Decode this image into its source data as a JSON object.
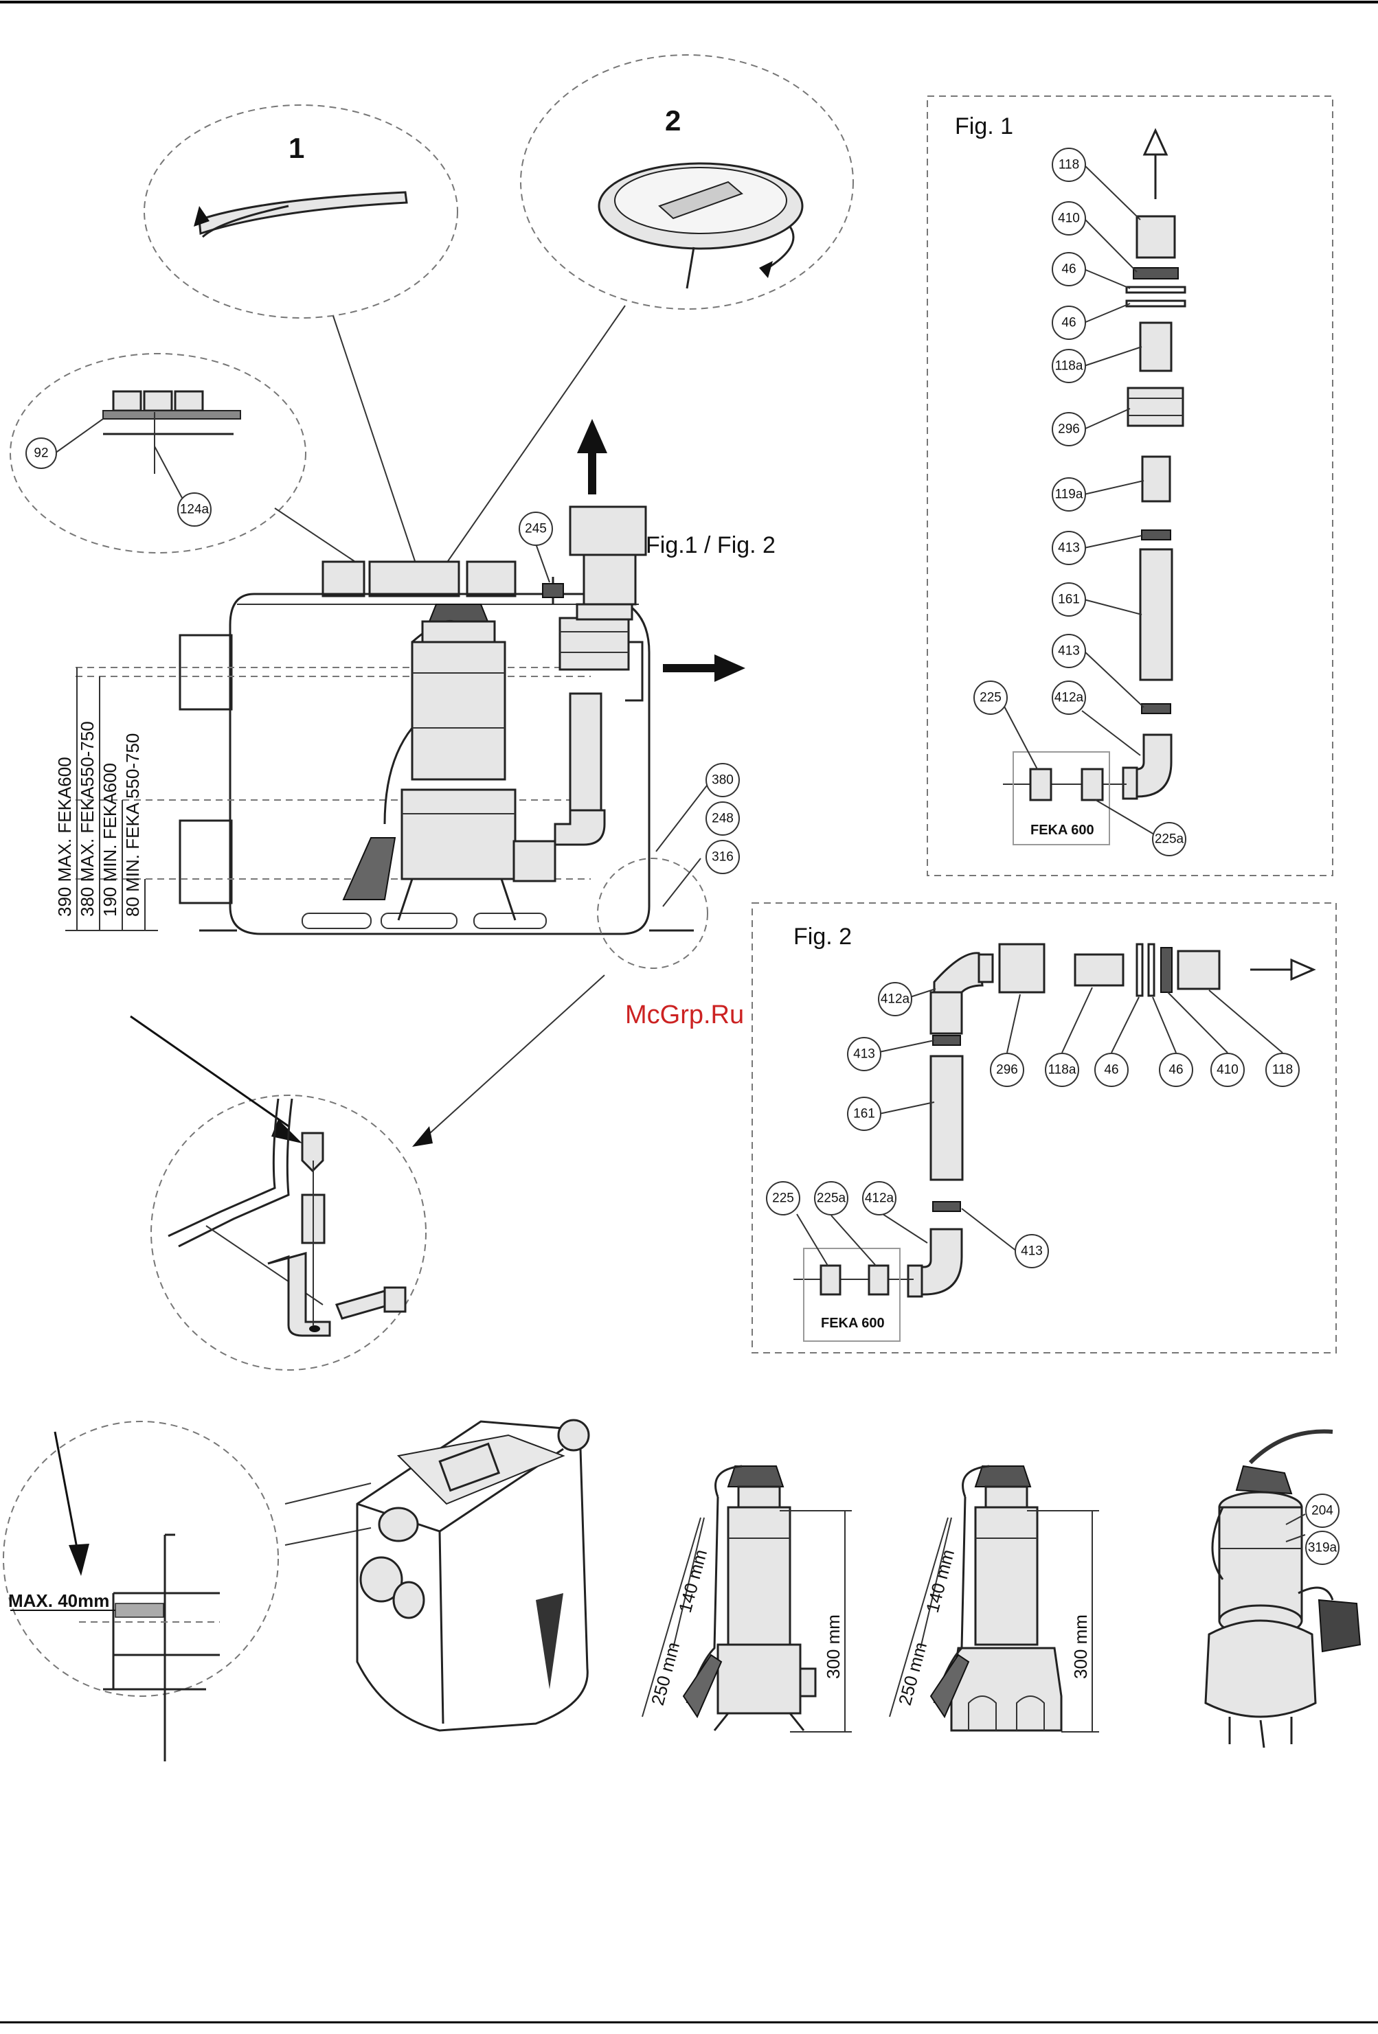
{
  "header_rule": true,
  "watermark": "McGrp.Ru",
  "main": {
    "detail_1_label": "1",
    "detail_2_label": "2",
    "fig_ref_label": "Fig.1 / Fig. 2",
    "bubbles": {
      "b92": "92",
      "b124a": "124a",
      "b245": "245",
      "b380": "380",
      "b248": "248",
      "b316": "316"
    },
    "levels": [
      "390 MAX. FEKA600",
      "380 MAX. FEKA550-750",
      "190 MIN. FEKA600",
      "80   MIN. FEKA 550-750"
    ]
  },
  "fig1": {
    "title": "Fig. 1",
    "bubbles": [
      "118",
      "410",
      "46",
      "46",
      "118a",
      "296",
      "119a",
      "413",
      "161",
      "413",
      "225",
      "412a",
      "225a"
    ],
    "box_label": "FEKA 600"
  },
  "fig2": {
    "title": "Fig. 2",
    "bubbles": [
      "412a",
      "413",
      "296",
      "118a",
      "46",
      "46",
      "410",
      "118",
      "161",
      "225",
      "225a",
      "412a",
      "413"
    ],
    "box_label": "FEKA 600"
  },
  "bottom": {
    "max_label": "MAX. 40mm",
    "pump_a": {
      "d250": "250 mm",
      "d140": "140 mm",
      "d300": "300 mm"
    },
    "pump_b": {
      "d250": "250 mm",
      "d140": "140 mm",
      "d300": "300 mm"
    },
    "pump_c": {
      "b204": "204",
      "b319a": "319a"
    }
  }
}
